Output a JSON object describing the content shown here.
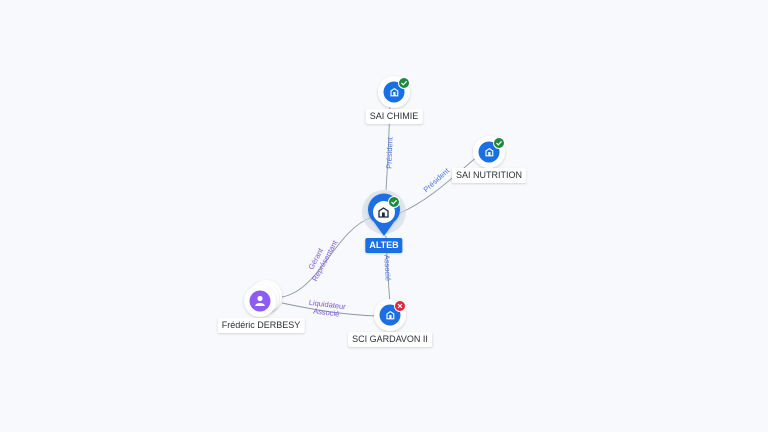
{
  "nodes": {
    "alteb": {
      "label": "ALTEB",
      "status": "active",
      "kind": "company",
      "focus": true
    },
    "sai_chimie": {
      "label": "SAI CHIMIE",
      "status": "active",
      "kind": "company"
    },
    "sai_nutrition": {
      "label": "SAI NUTRITION",
      "status": "active",
      "kind": "company"
    },
    "sci_gardavon": {
      "label": "SCI GARDAVON II",
      "status": "closed",
      "kind": "company"
    },
    "frederic": {
      "label": "Frédéric DERBESY",
      "kind": "person"
    }
  },
  "edges": {
    "alteb_sai_chimie": "Président",
    "alteb_sai_nutrition": "Président",
    "alteb_sci_gardavon": "Associé",
    "frederic_alteb_1": "Gérant",
    "frederic_alteb_2": "Représentant",
    "frederic_sci_1": "Liquidateur",
    "frederic_sci_2": "Associé"
  },
  "icons": {
    "company": "building-icon",
    "person": "person-icon",
    "active": "check-badge-icon",
    "closed": "cross-badge-icon"
  },
  "colors": {
    "company": "#1a6fe3",
    "person": "#8b5cf6",
    "active": "#1e8a3e",
    "closed": "#d9263a",
    "edge": "#8c96a3"
  }
}
